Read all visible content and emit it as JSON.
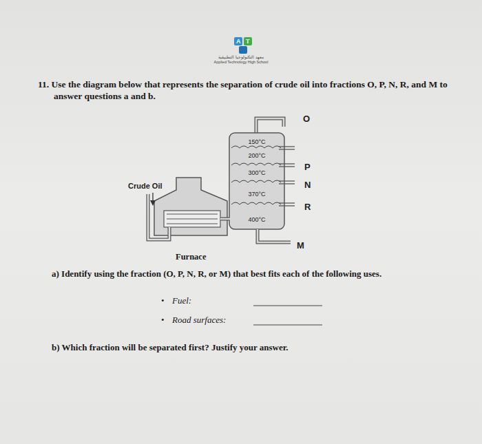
{
  "diagram": {
    "nodes": [
      {
        "text": [
          "150°C",
          "200°C",
          "300°C",
          "370°C",
          "400°C"
        ]
      }
    ],
    "labels": [
      "A",
      "T",
      "معهد التكنولوجيا التطبيقية",
      "Applied Technology High School",
      "11. Use the diagram below that represents the separation of crude oil into fractions O, P, N, R, and M to answer questions a and b.",
      "Crude Oil",
      "O",
      "P",
      "N",
      "R",
      "M",
      "Furnace",
      "a) Identify using the fraction (O, P, N, R, or M) that best fits each of the following uses.",
      "•",
      "Fuel:",
      "•",
      "Road surfaces:",
      "b) Which fraction will be separated first? Justify your answer."
    ]
  }
}
